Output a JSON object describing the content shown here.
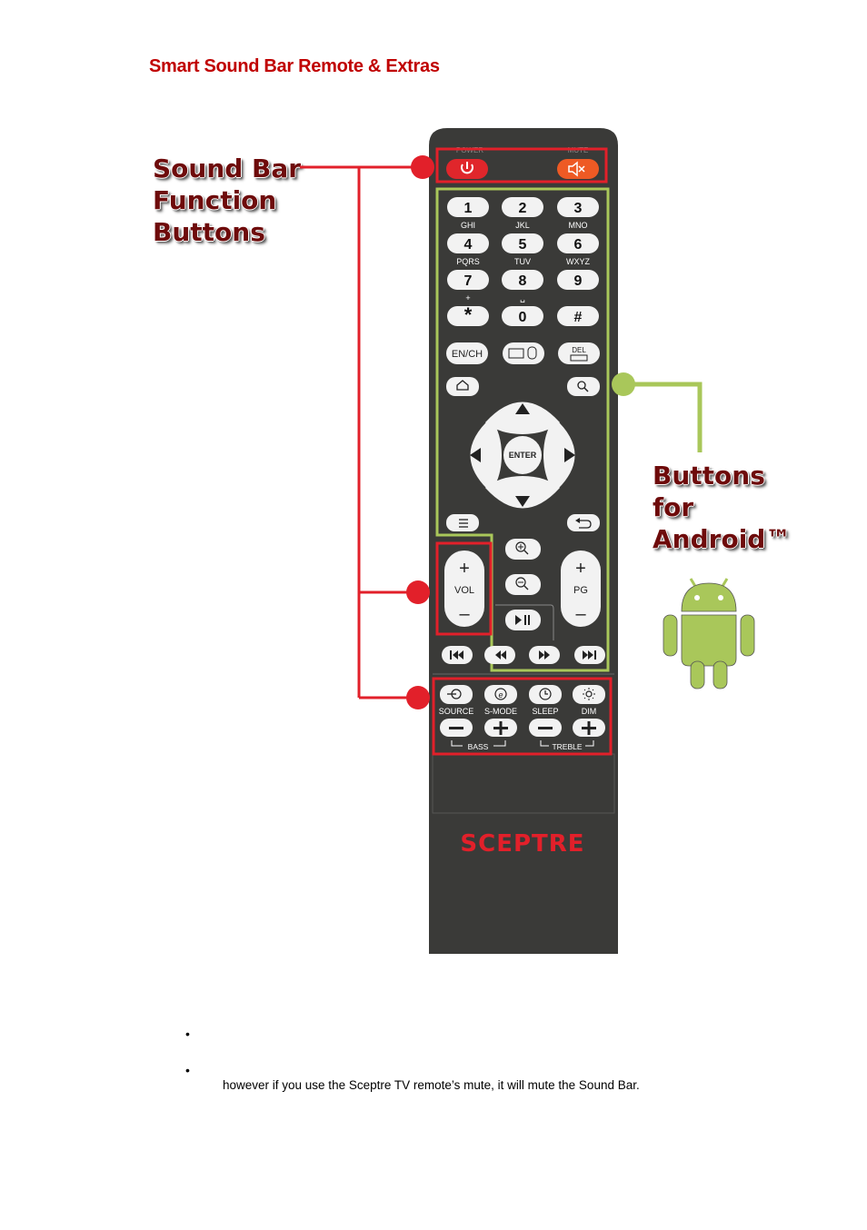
{
  "page": {
    "title": "Smart Sound Bar Remote & Extras"
  },
  "callouts": {
    "sound_bar": [
      "Sound Bar",
      "Function",
      "Buttons"
    ],
    "android": [
      "Buttons",
      "for",
      "Android™"
    ]
  },
  "remote": {
    "brand": "SCEPTRE",
    "top_labels": {
      "power": "POWER",
      "mute": "MUTE"
    },
    "number_keys": [
      "1",
      "2",
      "3",
      "4",
      "5",
      "6",
      "7",
      "8",
      "9",
      "*",
      "0",
      "#"
    ],
    "letter_labels": [
      "GHI",
      "JKL",
      "MNO",
      "PQRS",
      "TUV",
      "WXYZ",
      "+",
      "␣",
      ""
    ],
    "enter": "ENTER",
    "en_ch": "EN/CH",
    "del": "DEL",
    "vol": {
      "plus": "+",
      "label": "VOL",
      "minus": "–"
    },
    "pg": {
      "plus": "+",
      "label": "PG",
      "minus": "–"
    },
    "sound_labels": [
      "SOURCE",
      "S-MODE",
      "SLEEP",
      "DIM"
    ],
    "bass_label": "BASS",
    "treble_label": "TREBLE",
    "colors": {
      "body": "#3a3a38",
      "red_outline": "#e2202a",
      "green_outline": "#a9c75a",
      "button": "#f2f2f2",
      "power": "#e0262b",
      "mute": "#ee5a24"
    }
  },
  "notes": {
    "line2": "however if you use the Sceptre TV remote’s mute, it will mute the Sound Bar."
  }
}
